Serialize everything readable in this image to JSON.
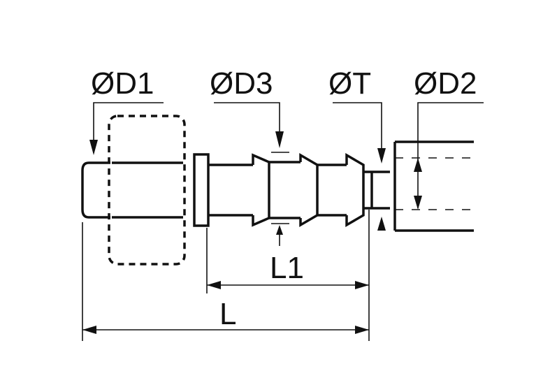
{
  "labels": {
    "d1": "ØD1",
    "d3": "ØD3",
    "t": "ØT",
    "d2": "ØD2",
    "l1": "L1",
    "l": "L"
  },
  "colors": {
    "line": "#111111",
    "background": "#ffffff"
  }
}
